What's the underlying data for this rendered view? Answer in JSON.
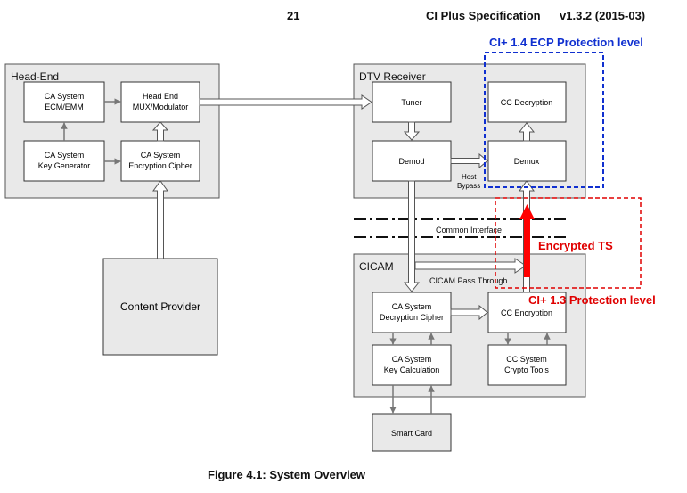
{
  "header": {
    "page_number": "21",
    "spec_title": "CI Plus Specification",
    "version": "v1.3.2 (2015-03)"
  },
  "caption": "Figure 4.1: System Overview",
  "annotations": {
    "ecp_level": "CI+ 1.4 ECP Protection level",
    "ci13_level": "CI+ 1.3 Protection level",
    "encrypted_ts": "Encrypted TS",
    "host_bypass_1": "Host",
    "host_bypass_2": "Bypass",
    "common_interface": "Common Interface",
    "cicam_pass_through": "CICAM Pass Through"
  },
  "groups": {
    "head_end": "Head-End",
    "dtv_receiver": "DTV Receiver",
    "cicam": "CICAM"
  },
  "blocks": {
    "ca_ecm": [
      "CA System",
      "ECM/EMM"
    ],
    "mux": [
      "Head End",
      "MUX/Modulator"
    ],
    "keygen": [
      "CA System",
      "Key Generator"
    ],
    "enc_cipher": [
      "CA System",
      "Encryption Cipher"
    ],
    "content_provider": [
      "Content Provider"
    ],
    "tuner": [
      "Tuner"
    ],
    "demod": [
      "Demod"
    ],
    "cc_decryption": [
      "CC Decryption"
    ],
    "demux": [
      "Demux"
    ],
    "dec_cipher": [
      "CA System",
      "Decryption Cipher"
    ],
    "cc_encryption": [
      "CC Encryption"
    ],
    "key_calc": [
      "CA System",
      "Key Calculation"
    ],
    "crypto_tools": [
      "CC System",
      "Crypto Tools"
    ],
    "smart_card": [
      "Smart Card"
    ]
  },
  "colors": {
    "ecp_blue": "#1030d0",
    "ci13_red": "#e00000",
    "group_fill": "#e9e9e9",
    "line_gray": "#777777"
  }
}
